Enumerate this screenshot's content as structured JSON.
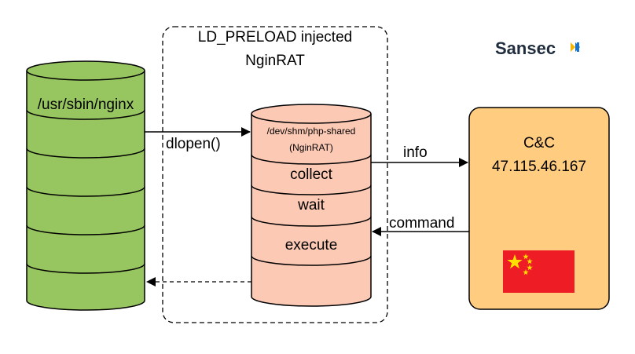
{
  "diagram": {
    "container": {
      "title_line1": "LD_PRELOAD injected",
      "title_line2": "NginRAT"
    },
    "logo": {
      "text": "Sansec"
    },
    "nginx_db": {
      "label": "/usr/sbin/nginx",
      "fill": "#97c660"
    },
    "ngin_rat_db": {
      "path_line1": "/dev/shm/php-shared",
      "path_line2": "(NginRAT)",
      "rows": [
        "collect",
        "wait",
        "execute"
      ],
      "fill": "#fcc9b5"
    },
    "cnc": {
      "title": "C&C",
      "ip": "47.115.46.167",
      "fill": "#ffcc80"
    },
    "edges": {
      "dlopen": "dlopen()",
      "info": "info",
      "command": "command"
    },
    "flag": {
      "icon": "china-flag-icon",
      "red": "#ee1c25",
      "star": "#ffde00"
    }
  }
}
